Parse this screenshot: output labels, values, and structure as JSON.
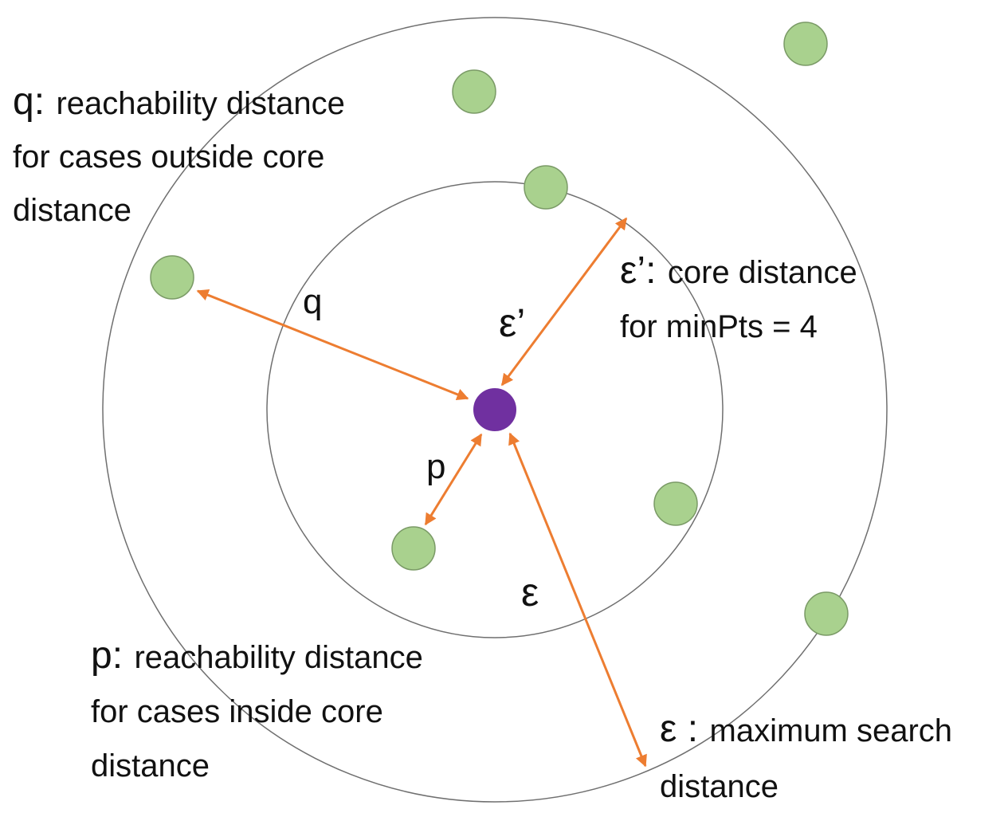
{
  "colors": {
    "circle_stroke": "#6f6f6f",
    "arrow": "#ed7d31",
    "neighbor_fill": "#a9d18e",
    "neighbor_stroke": "#7a9a66",
    "core_fill": "#7030a0",
    "core_stroke": "#ffffff",
    "text": "#111111"
  },
  "arrow_labels": {
    "q": "q",
    "p": "p",
    "eps_prime": "ε’",
    "eps": "ε"
  },
  "annotations": {
    "q": {
      "symbol": "q:",
      "line1": "reachability distance",
      "line2": "for cases outside core",
      "line3": "distance"
    },
    "eps_prime": {
      "symbol": "ε’:",
      "line1": "core distance",
      "line2": "for minPts = 4"
    },
    "p": {
      "symbol": "p:",
      "line1": "reachability distance",
      "line2": "for cases inside core",
      "line3": "distance"
    },
    "eps": {
      "symbol": "ε :",
      "line1": "maximum search",
      "line2": "distance"
    }
  }
}
